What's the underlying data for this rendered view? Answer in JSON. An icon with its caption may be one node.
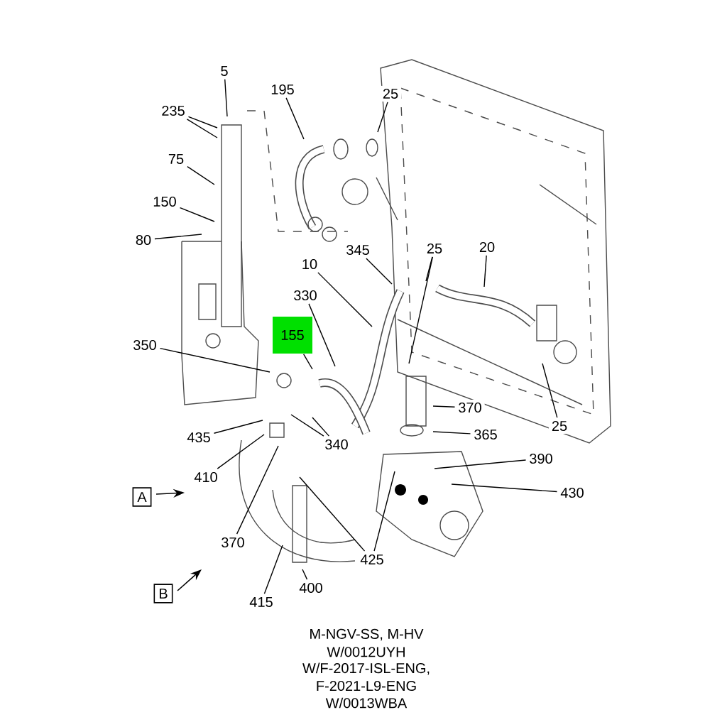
{
  "diagram": {
    "nodes": [
      {
        "text": [
          "5"
        ]
      },
      {
        "text": [
          "235"
        ]
      },
      {
        "text": [
          "195"
        ]
      },
      {
        "text": [
          "25"
        ]
      },
      {
        "text": [
          "75"
        ]
      },
      {
        "text": [
          "150"
        ]
      },
      {
        "text": [
          "80"
        ]
      },
      {
        "text": [
          "345"
        ]
      },
      {
        "text": [
          "25"
        ]
      },
      {
        "text": [
          "20"
        ]
      },
      {
        "text": [
          "10"
        ]
      },
      {
        "text": [
          "330"
        ]
      },
      {
        "text": [
          "155"
        ]
      },
      {
        "text": [
          "350"
        ]
      },
      {
        "text": [
          "370"
        ]
      },
      {
        "text": [
          "365"
        ]
      },
      {
        "text": [
          "25"
        ]
      },
      {
        "text": [
          "435"
        ]
      },
      {
        "text": [
          "340"
        ]
      },
      {
        "text": [
          "410"
        ]
      },
      {
        "text": [
          "390"
        ]
      },
      {
        "text": [
          "430"
        ]
      },
      {
        "text": [
          "370"
        ]
      },
      {
        "text": [
          "425"
        ]
      },
      {
        "text": [
          "415"
        ]
      },
      {
        "text": [
          "400"
        ]
      }
    ],
    "edges": [
      {
        "from": 0,
        "to": null,
        "arrow": "none"
      },
      {
        "from": 1,
        "to": null,
        "arrow": "none"
      },
      {
        "from": 1,
        "to": null,
        "arrow": "none"
      },
      {
        "from": 2,
        "to": null,
        "arrow": "none"
      },
      {
        "from": 3,
        "to": null,
        "arrow": "none"
      },
      {
        "from": 4,
        "to": null,
        "arrow": "none"
      },
      {
        "from": 5,
        "to": null,
        "arrow": "none"
      },
      {
        "from": 6,
        "to": null,
        "arrow": "none"
      },
      {
        "from": 7,
        "to": null,
        "arrow": "none"
      },
      {
        "from": 8,
        "to": null,
        "arrow": "none"
      },
      {
        "from": 8,
        "to": null,
        "arrow": "none"
      },
      {
        "from": 9,
        "to": null,
        "arrow": "none"
      },
      {
        "from": 10,
        "to": null,
        "arrow": "none"
      },
      {
        "from": 11,
        "to": null,
        "arrow": "none"
      },
      {
        "from": 12,
        "to": null,
        "arrow": "none"
      },
      {
        "from": 13,
        "to": null,
        "arrow": "none"
      },
      {
        "from": 14,
        "to": null,
        "arrow": "none"
      },
      {
        "from": 15,
        "to": null,
        "arrow": "none"
      },
      {
        "from": 16,
        "to": null,
        "arrow": "none"
      },
      {
        "from": 17,
        "to": null,
        "arrow": "none"
      },
      {
        "from": 18,
        "to": null,
        "arrow": "none"
      },
      {
        "from": 18,
        "to": null,
        "arrow": "none"
      },
      {
        "from": 19,
        "to": null,
        "arrow": "none"
      },
      {
        "from": 20,
        "to": null,
        "arrow": "none"
      },
      {
        "from": 21,
        "to": null,
        "arrow": "none"
      },
      {
        "from": 22,
        "to": null,
        "arrow": "none"
      },
      {
        "from": 23,
        "to": null,
        "arrow": "none"
      },
      {
        "from": 23,
        "to": null,
        "arrow": "none"
      },
      {
        "from": 24,
        "to": null,
        "arrow": "none"
      },
      {
        "from": 25,
        "to": null,
        "arrow": "none"
      }
    ],
    "labels": [
      "A",
      "B",
      "M-NGV-SS, M-HV",
      "W/0012UYH",
      "W/F-2017-ISL-ENG,",
      "F-2021-L9-ENG",
      "W/0013WBA"
    ]
  }
}
